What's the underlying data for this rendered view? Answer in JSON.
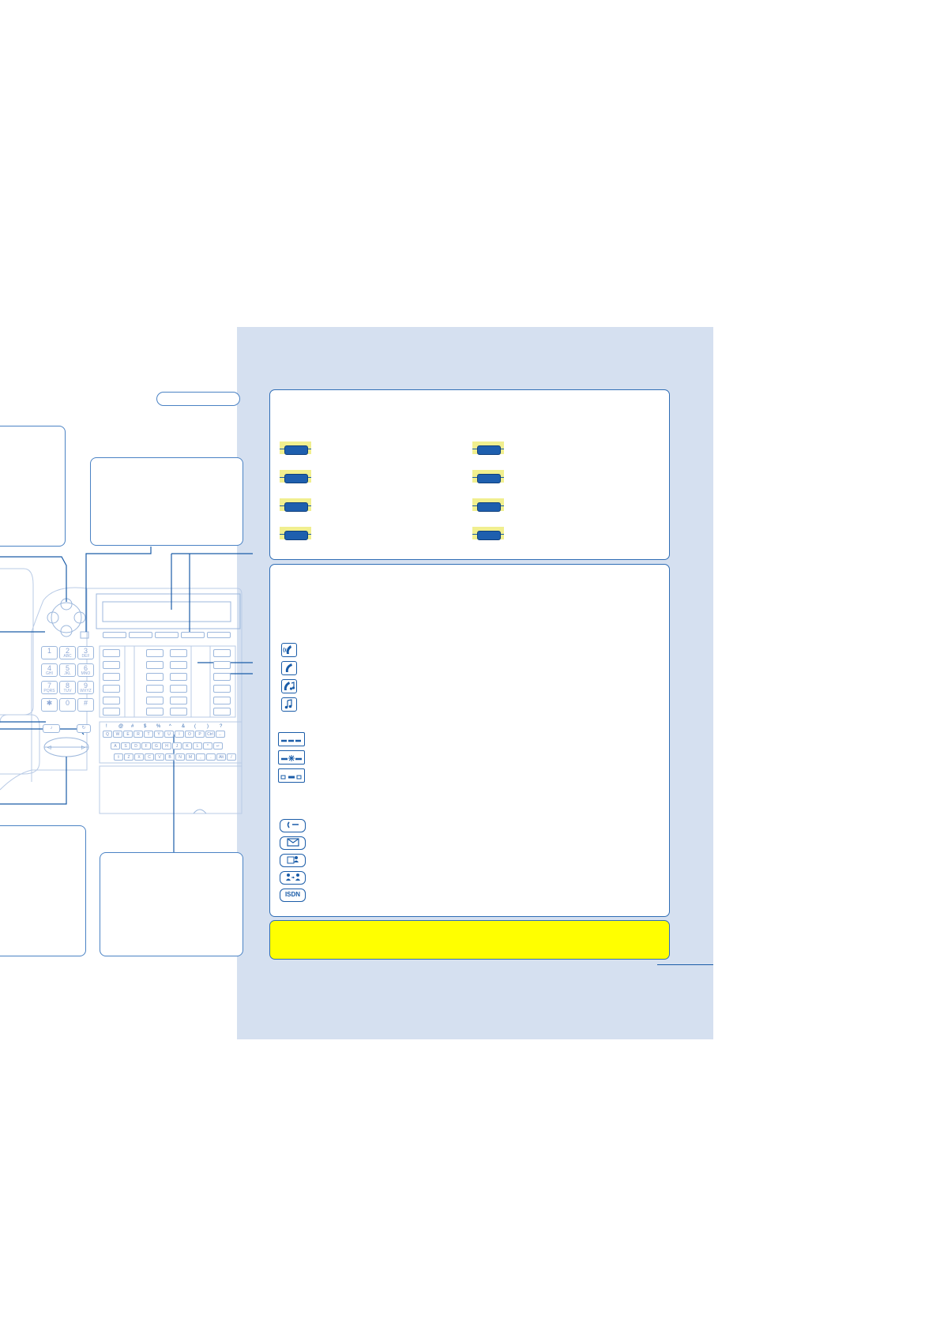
{
  "colors": {
    "panel_bg": "#d5e0f0",
    "accent_blue": "#1a5ca8",
    "note_yellow": "#ffff00",
    "key_highlight": "#f1ef8f"
  },
  "phone": {
    "dial_keys": [
      {
        "digit": "1",
        "letters": ""
      },
      {
        "digit": "2",
        "letters": "ABC"
      },
      {
        "digit": "3",
        "letters": "DEF"
      },
      {
        "digit": "4",
        "letters": "GHI"
      },
      {
        "digit": "5",
        "letters": "JKL"
      },
      {
        "digit": "6",
        "letters": "MNO"
      },
      {
        "digit": "7",
        "letters": "PQRS"
      },
      {
        "digit": "8",
        "letters": "TUV"
      },
      {
        "digit": "9",
        "letters": "WXYZ"
      },
      {
        "digit": "✱",
        "letters": ""
      },
      {
        "digit": "0",
        "letters": ""
      },
      {
        "digit": "#",
        "letters": ""
      }
    ],
    "keyboard_symbols": [
      "!",
      "@",
      "#",
      "$",
      "%",
      "^",
      "&",
      "(",
      ")",
      "?"
    ],
    "keyboard_row1": [
      "Q",
      "W",
      "E",
      "R",
      "T",
      "Y",
      "U",
      "I",
      "O",
      "P",
      "Ctrl",
      "←"
    ],
    "keyboard_row2": [
      "A",
      "S",
      "D",
      "F",
      "G",
      "H",
      "J",
      "K",
      "L",
      "*",
      "↵"
    ],
    "keyboard_row3": [
      "⇧",
      "Z",
      "X",
      "C",
      "V",
      "B",
      "N",
      "M",
      ",",
      ".",
      "Alt",
      "/"
    ]
  },
  "status_icons": [
    "handsfree-ringing-icon",
    "handset-icon",
    "handset-music-icon",
    "music-icon"
  ],
  "display_icons": [
    "display-dashes-icon",
    "display-star-icon",
    "display-cursor-icon"
  ],
  "function_keys": [
    {
      "icon": "callback-icon"
    },
    {
      "icon": "message-icon"
    },
    {
      "icon": "directory-icon"
    },
    {
      "icon": "transfer-icon"
    },
    {
      "icon": "isdn-icon",
      "label": "ISDN"
    }
  ]
}
